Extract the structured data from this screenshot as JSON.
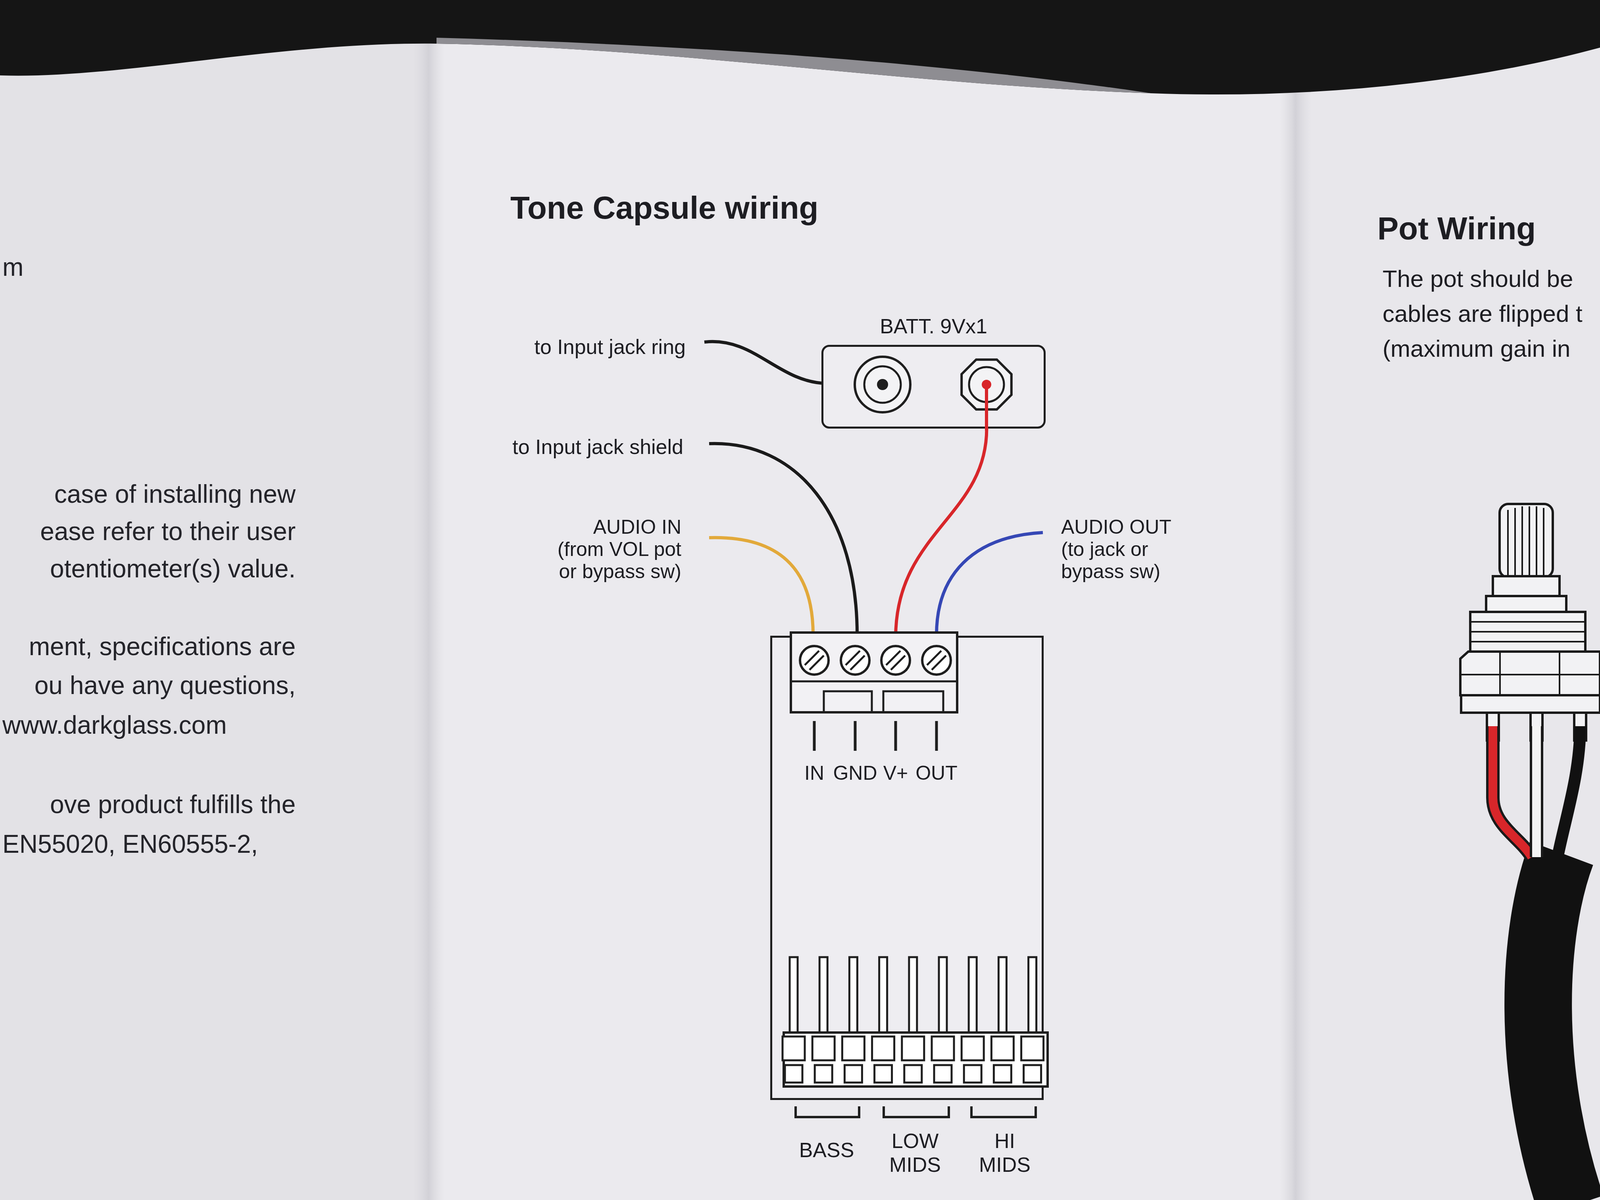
{
  "diagram": {
    "title": "Tone Capsule wiring",
    "nodes": [
      {
        "text": [
          "BATT. 9Vx1"
        ]
      },
      {
        "text": [
          "IN",
          "GND",
          "V+",
          "OUT"
        ]
      }
    ],
    "edges": [
      {
        "from": 0,
        "to": 1,
        "arrow": "none"
      }
    ],
    "labels": [
      "to Input jack ring",
      "to Input jack shield",
      "AUDIO IN (from VOL pot or bypass sw)",
      "AUDIO OUT (to jack or bypass sw)",
      "BASS",
      "LOW MIDS",
      "HI MIDS",
      "Pot Wiring",
      "The pot should be",
      "cables are flipped t",
      "(maximum gain in",
      "m",
      "case of installing new",
      "ease refer to their user",
      "otentiometer(s) value.",
      "ment, specifications are",
      "ou have any questions,",
      "www.darkglass.com",
      "ove product fulfills the",
      "EN55020, EN60555-2,"
    ]
  }
}
